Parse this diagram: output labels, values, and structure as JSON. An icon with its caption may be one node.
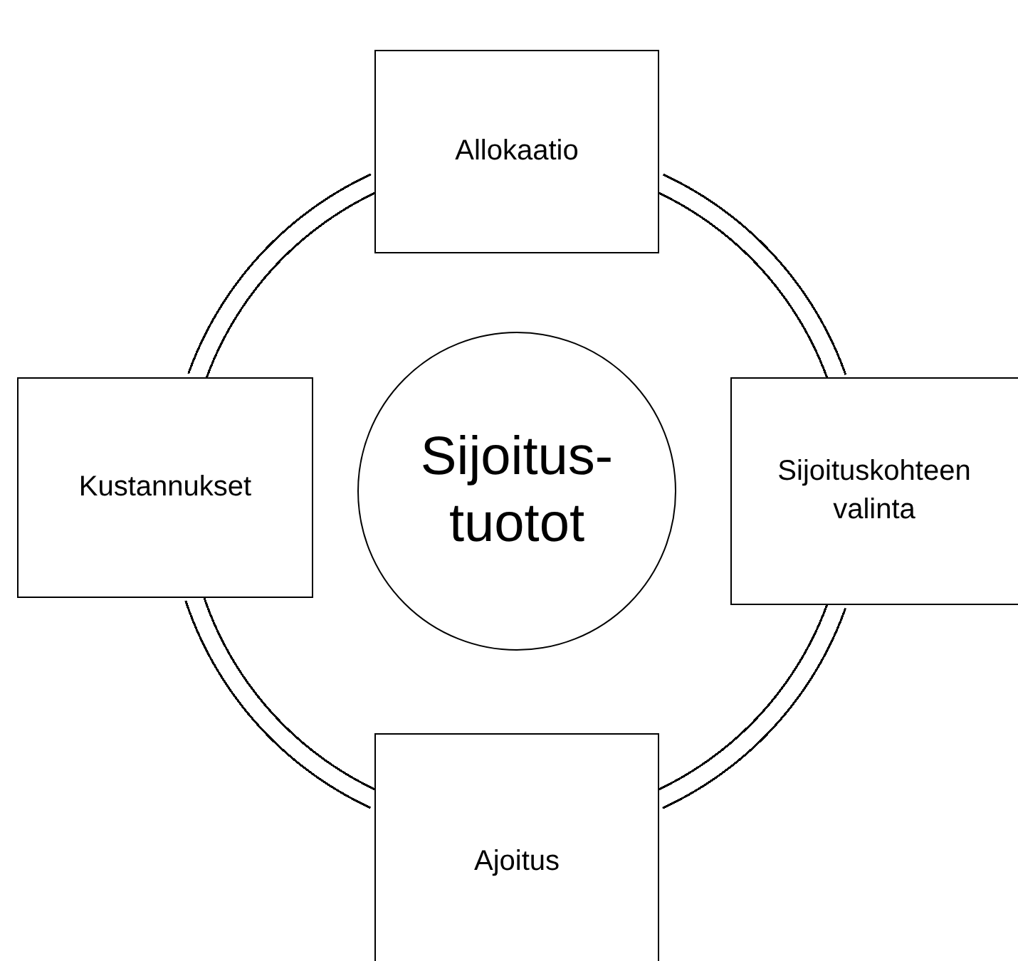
{
  "diagram": {
    "nodes": [
      {
        "text": [
          "Sijoitus- tuotot"
        ]
      },
      {
        "text": [
          "Allokaatio"
        ]
      },
      {
        "text": [
          "Sijoituskohteen valinta"
        ]
      },
      {
        "text": [
          "Ajoitus"
        ]
      },
      {
        "text": [
          "Kustannukset"
        ]
      }
    ],
    "edges": [
      {
        "from": 1,
        "to": 2,
        "arrow": "none"
      },
      {
        "from": 2,
        "to": 3,
        "arrow": "none"
      },
      {
        "from": 3,
        "to": 4,
        "arrow": "none"
      },
      {
        "from": 4,
        "to": 1,
        "arrow": "none"
      }
    ]
  }
}
